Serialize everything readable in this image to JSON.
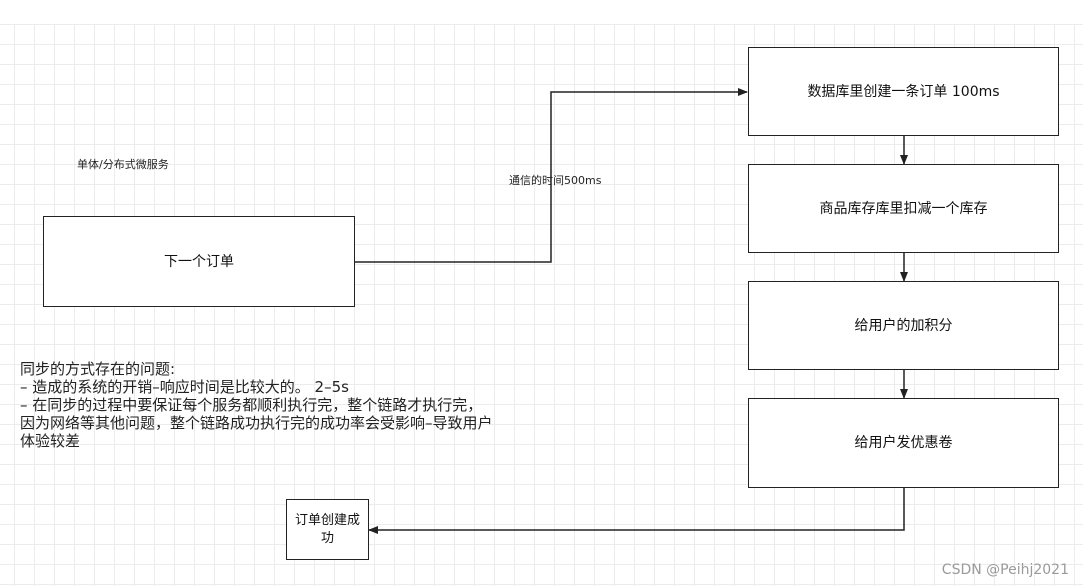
{
  "diagram": {
    "arch_label": "单体/分布式微服务",
    "start_node": "下一个订单",
    "edge_label": "通信的时间500ms",
    "steps": [
      "数据库里创建一条订单 100ms",
      "商品库存库里扣减一个库存",
      "给用户的加积分",
      "给用户发优惠卷"
    ],
    "end_node": "订单创建成功",
    "notes": {
      "title": "同步的方式存在的问题:",
      "lines": [
        "– 造成的系统的开销–响应时间是比较大的。 2–5s",
        "– 在同步的过程中要保证每个服务都顺利执行完，整个链路才执行完，",
        "因为网络等其他问题，整个链路成功执行完的成功率会受影响–导致用户",
        "体验较差"
      ]
    }
  },
  "watermark": "CSDN @Peihj2021",
  "colors": {
    "stroke": "#222222",
    "grid": "#ececec",
    "background": "#ffffff"
  }
}
